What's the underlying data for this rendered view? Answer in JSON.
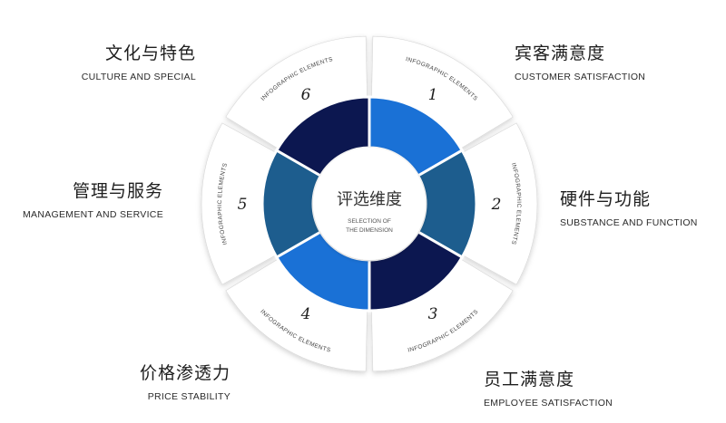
{
  "center": {
    "title": "评选维度",
    "subtitle_line1": "SELECTION OF",
    "subtitle_line2": "THE DIMENSION"
  },
  "arc_label": "INFOGRAPHIC ELEMENTS",
  "colors": {
    "navy": "#0c1750",
    "steel": "#1d5d8e",
    "blue": "#1a71d6",
    "panel": "#ffffff",
    "panel_edge": "#d6d6d6"
  },
  "segments": [
    {
      "number": "1",
      "color": "#1a71d6"
    },
    {
      "number": "2",
      "color": "#1d5d8e"
    },
    {
      "number": "3",
      "color": "#0c1750"
    },
    {
      "number": "4",
      "color": "#1a71d6"
    },
    {
      "number": "5",
      "color": "#1d5d8e"
    },
    {
      "number": "6",
      "color": "#0c1750"
    }
  ],
  "labels": {
    "culture": {
      "zh": "文化与特色",
      "en": "CULTURE AND SPECIAL"
    },
    "customer": {
      "zh": "宾客满意度",
      "en": "CUSTOMER SATISFACTION"
    },
    "hardware": {
      "zh": "硬件与功能",
      "en": "SUBSTANCE AND FUNCTION"
    },
    "management": {
      "zh": "管理与服务",
      "en": "MANAGEMENT AND SERVICE"
    },
    "price": {
      "zh": "价格渗透力",
      "en": "PRICE STABILITY"
    },
    "employee": {
      "zh": "员工满意度",
      "en": "EMPLOYEE SATISFACTION"
    }
  }
}
